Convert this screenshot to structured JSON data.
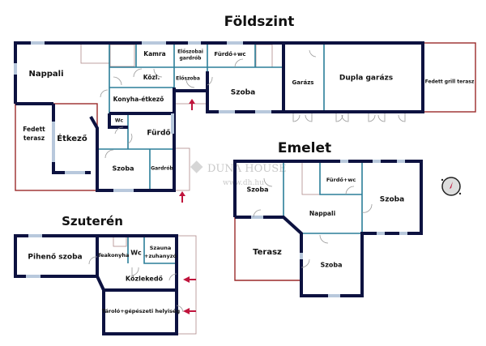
{
  "floors": {
    "ground": {
      "title": "Földszint",
      "rooms": {
        "nappali": "Nappali",
        "fedett_terasz_1": "Fedett",
        "fedett_terasz_2": "terasz",
        "etkezo": "Étkező",
        "kamra": "Kamra",
        "eloszobai_gardrob_1": "Előszobai",
        "eloszobai_gardrob_2": "gardrób",
        "furdo_wc": "Fürdő+wc",
        "kozl": "Közl.",
        "eloszoba": "Előszoba",
        "konyha": "Konyha-étkező",
        "wc": "Wc",
        "furdo": "Fürdő",
        "szoba_1": "Szoba",
        "gardrob": "Gardrób",
        "szoba_2": "Szoba",
        "garazs": "Garázs",
        "dupla_garazs": "Dupla garázs",
        "grill_terasz": "Fedett grill terasz"
      }
    },
    "upper": {
      "title": "Emelet",
      "rooms": {
        "szoba_left": "Szoba",
        "nappali": "Nappali",
        "furdo_wc": "Fürdő+wc",
        "szoba_right": "Szoba",
        "terasz": "Terasz",
        "szoba_bottom": "Szoba"
      }
    },
    "basement": {
      "title": "Szuterén",
      "rooms": {
        "piheno": "Pihenő szoba",
        "teakonyha": "Teakonyha",
        "wc": "Wc",
        "szauna_1": "Szauna",
        "szauna_2": "+zuhanyzó",
        "kozlekedo": "Közlekedő",
        "tarolo": "Tároló+gépészeti helyiség"
      }
    }
  },
  "watermark": {
    "brand": "DUNA HOUSE",
    "url": "www.dh.hu"
  },
  "colors": {
    "wall": "#0d1240",
    "inner_wall": "#2b7f99",
    "terrace": "#9b2a2a",
    "entrance_arrow": "#c0143c"
  }
}
